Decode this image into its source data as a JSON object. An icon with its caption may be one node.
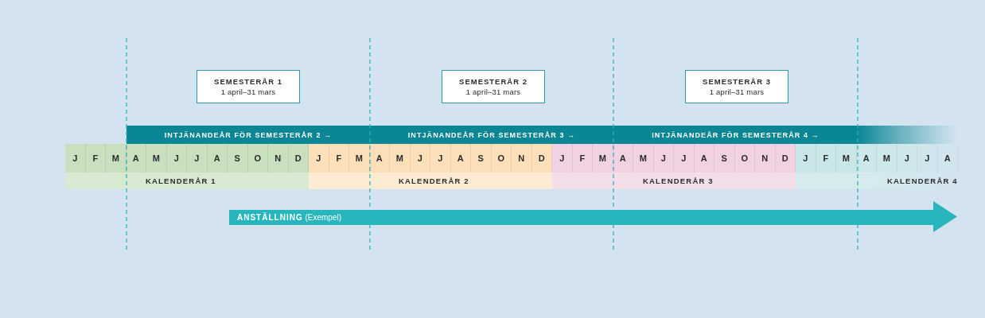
{
  "diagram": {
    "nodes": [
      {
        "text": [
          "SEMESTERÅR 1",
          "1 april–31 mars"
        ]
      },
      {
        "text": [
          "SEMESTERÅR 2",
          "1 april–31 mars"
        ]
      },
      {
        "text": [
          "SEMESTERÅR 3",
          "1 april–31 mars"
        ]
      },
      {
        "text": [
          "INTJÄNANDEÅR FÖR SEMESTERÅR 2 →"
        ]
      },
      {
        "text": [
          "INTJÄNANDEÅR FÖR SEMESTERÅR 3 →"
        ]
      },
      {
        "text": [
          "INTJÄNANDEÅR FÖR SEMESTERÅR 4 →"
        ]
      },
      {
        "text": [],
        "shape": "bar"
      },
      {
        "text": [
          "KALENDERÅR 1"
        ]
      },
      {
        "text": [
          "J"
        ],
        "in": 7
      },
      {
        "text": [
          "F"
        ],
        "in": 7
      },
      {
        "text": [
          "M"
        ],
        "in": 7
      },
      {
        "text": [
          "A"
        ],
        "in": 7
      },
      {
        "text": [
          "M"
        ],
        "in": 7
      },
      {
        "text": [
          "J"
        ],
        "in": 7
      },
      {
        "text": [
          "J"
        ],
        "in": 7
      },
      {
        "text": [
          "A"
        ],
        "in": 7
      },
      {
        "text": [
          "S"
        ],
        "in": 7
      },
      {
        "text": [
          "O"
        ],
        "in": 7
      },
      {
        "text": [
          "N"
        ],
        "in": 7
      },
      {
        "text": [
          "D"
        ],
        "in": 7
      },
      {
        "text": [
          "KALENDERÅR 2"
        ]
      },
      {
        "text": [
          "J"
        ],
        "in": 20
      },
      {
        "text": [
          "F"
        ],
        "in": 20
      },
      {
        "text": [
          "M"
        ],
        "in": 20
      },
      {
        "text": [
          "A"
        ],
        "in": 20
      },
      {
        "text": [
          "M"
        ],
        "in": 20
      },
      {
        "text": [
          "J"
        ],
        "in": 20
      },
      {
        "text": [
          "J"
        ],
        "in": 20
      },
      {
        "text": [
          "A"
        ],
        "in": 20
      },
      {
        "text": [
          "S"
        ],
        "in": 20
      },
      {
        "text": [
          "O"
        ],
        "in": 20
      },
      {
        "text": [
          "N"
        ],
        "in": 20
      },
      {
        "text": [
          "D"
        ],
        "in": 20
      },
      {
        "text": [
          "KALENDERÅR 3"
        ]
      },
      {
        "text": [
          "J"
        ],
        "in": 33
      },
      {
        "text": [
          "F"
        ],
        "in": 33
      },
      {
        "text": [
          "M"
        ],
        "in": 33
      },
      {
        "text": [
          "A"
        ],
        "in": 33
      },
      {
        "text": [
          "M"
        ],
        "in": 33
      },
      {
        "text": [
          "J"
        ],
        "in": 33
      },
      {
        "text": [
          "J"
        ],
        "in": 33
      },
      {
        "text": [
          "A"
        ],
        "in": 33
      },
      {
        "text": [
          "S"
        ],
        "in": 33
      },
      {
        "text": [
          "O"
        ],
        "in": 33
      },
      {
        "text": [
          "N"
        ],
        "in": 33
      },
      {
        "text": [
          "D"
        ],
        "in": 33
      },
      {
        "text": [
          "KALENDERÅR 4"
        ]
      },
      {
        "text": [
          "J"
        ],
        "in": 46
      },
      {
        "text": [
          "F"
        ],
        "in": 46
      },
      {
        "text": [
          "M"
        ],
        "in": 46
      },
      {
        "text": [
          "A"
        ],
        "in": 46
      },
      {
        "text": [
          "M"
        ],
        "in": 46
      },
      {
        "text": [
          "J"
        ],
        "in": 46
      },
      {
        "text": [
          "J"
        ],
        "in": 46
      },
      {
        "text": [
          "A"
        ],
        "in": 46
      },
      {
        "text": [
          "**ANSTÄLLNING** (Exempel)"
        ]
      }
    ]
  }
}
